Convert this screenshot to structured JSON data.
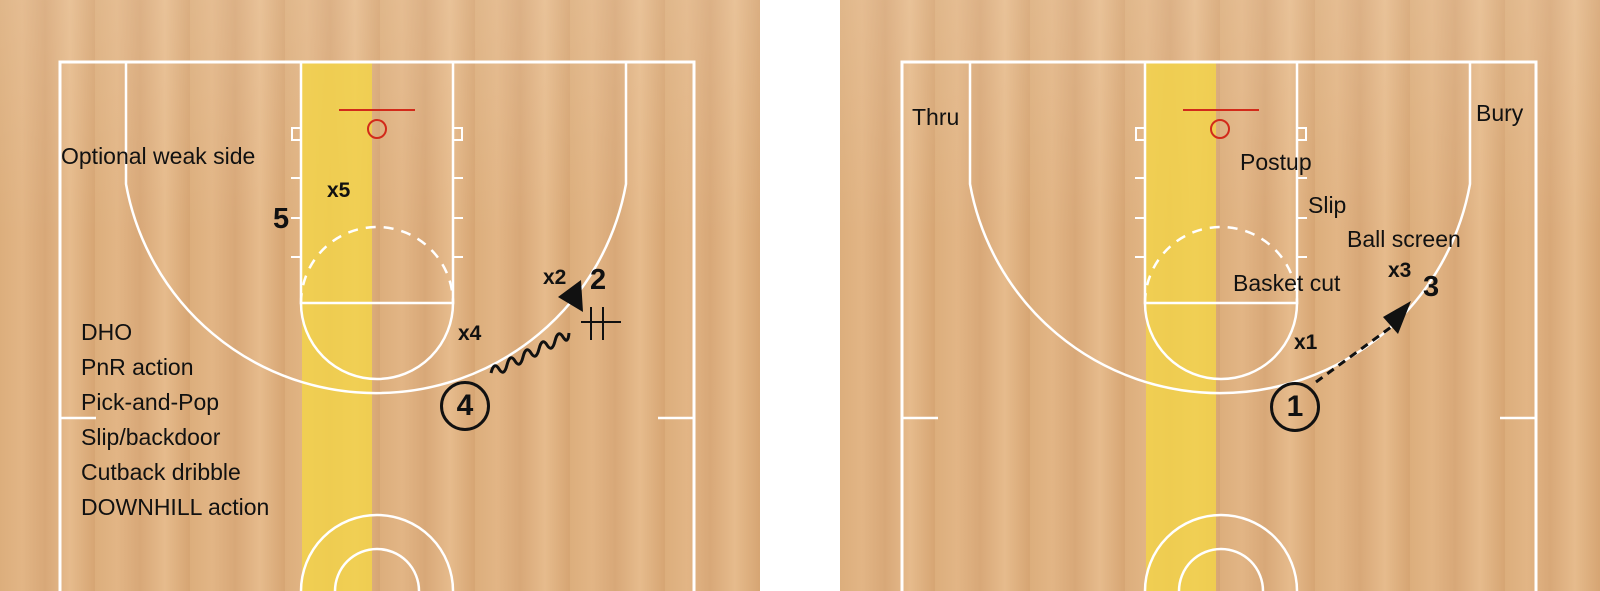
{
  "colors": {
    "wood": "#dcae7c",
    "lane": "#f2d24a",
    "court_lines": "#ffffff",
    "rim": "#d22a1a",
    "ink": "#111111"
  },
  "left_court": {
    "labels": {
      "weak_side": "Optional weak side",
      "x5": "x5",
      "p5": "5",
      "x2": "x2",
      "p2": "2",
      "x4": "x4",
      "p4": "4"
    },
    "options": [
      "DHO",
      "PnR action",
      "Pick-and-Pop",
      "Slip/backdoor",
      "Cutback dribble",
      "DOWNHILL action"
    ]
  },
  "right_court": {
    "labels": {
      "thru": "Thru",
      "bury": "Bury",
      "postup": "Postup",
      "slip": "Slip",
      "ball_screen": "Ball screen",
      "basket_cut": "Basket cut",
      "x3": "x3",
      "p3": "3",
      "x1": "x1",
      "p1": "1"
    }
  },
  "icons": {
    "dribble": "dribble-squiggle-arrow-icon",
    "pass": "dashed-pass-arrow-icon",
    "screen": "screen-cross-icon"
  }
}
